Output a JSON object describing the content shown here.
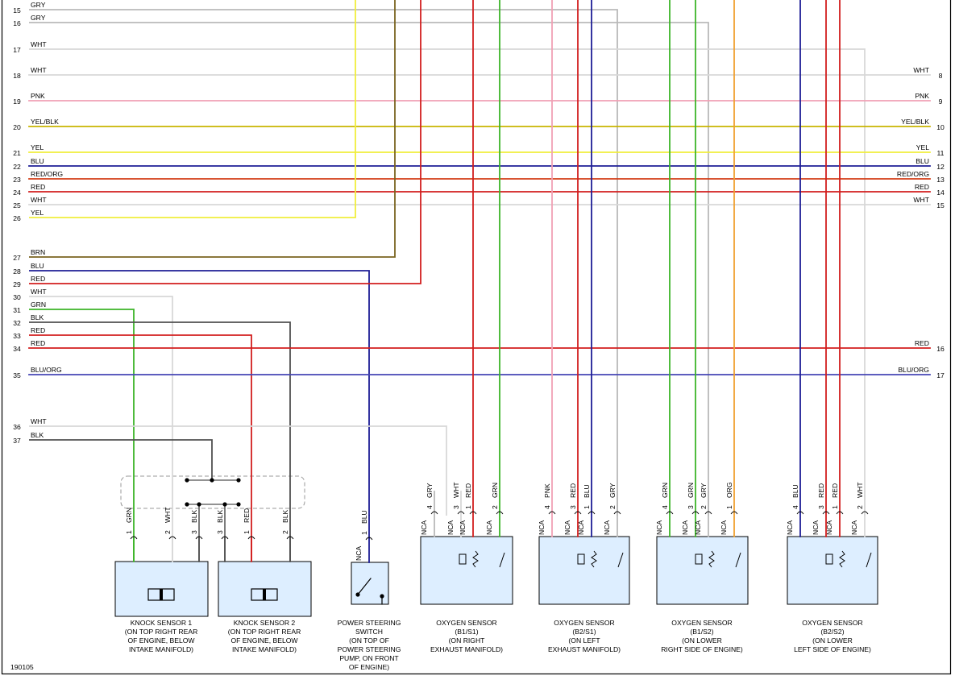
{
  "diagram_id": "190105",
  "colors": {
    "GRY": "#b9b9b9",
    "WHT": "#d8d8d8",
    "PNK": "#f0a0b4",
    "YEL/BLK": "#c8b400",
    "YEL": "#f0ee3c",
    "BLU": "#1e1e96",
    "RED/ORG": "#d23c14",
    "RED": "#d21e1e",
    "BRN": "#7a6420",
    "GRN": "#3cb428",
    "BLK": "#505050",
    "BLU/ORG": "#4646b4",
    "ORG": "#f0a030",
    "box_fill": "#ddeeff",
    "border": "#000000"
  },
  "wires": [
    {
      "pin": "15",
      "color": "GRY"
    },
    {
      "pin": "16",
      "color": "GRY"
    },
    {
      "pin": "17",
      "color": "WHT"
    },
    {
      "pin": "18",
      "color": "WHT",
      "right_pin": "8"
    },
    {
      "pin": "19",
      "color": "PNK",
      "right_pin": "9"
    },
    {
      "pin": "20",
      "color": "YEL/BLK",
      "right_pin": "10"
    },
    {
      "pin": "21",
      "color": "YEL",
      "right_pin": "11"
    },
    {
      "pin": "22",
      "color": "BLU",
      "right_pin": "12"
    },
    {
      "pin": "23",
      "color": "RED/ORG",
      "right_pin": "13"
    },
    {
      "pin": "24",
      "color": "RED",
      "right_pin": "14"
    },
    {
      "pin": "25",
      "color": "WHT",
      "right_pin": "15"
    },
    {
      "pin": "26",
      "color": "YEL"
    },
    {
      "pin": "27",
      "color": "BRN"
    },
    {
      "pin": "28",
      "color": "BLU"
    },
    {
      "pin": "29",
      "color": "RED"
    },
    {
      "pin": "30",
      "color": "WHT"
    },
    {
      "pin": "31",
      "color": "GRN"
    },
    {
      "pin": "32",
      "color": "BLK"
    },
    {
      "pin": "33",
      "color": "RED"
    },
    {
      "pin": "34",
      "color": "RED",
      "right_pin": "16"
    },
    {
      "pin": "35",
      "color": "BLU/ORG",
      "right_pin": "17"
    },
    {
      "pin": "36",
      "color": "WHT"
    },
    {
      "pin": "37",
      "color": "BLK"
    }
  ],
  "components": [
    {
      "id": "knock1",
      "caption": [
        "KNOCK SENSOR 1",
        "(ON TOP RIGHT REAR",
        "OF ENGINE, BELOW",
        "INTAKE MANIFOLD)"
      ],
      "pins": [
        {
          "n": "1",
          "color": "GRN"
        },
        {
          "n": "2",
          "color": "WHT"
        },
        {
          "n": "3",
          "color": "BLK"
        }
      ]
    },
    {
      "id": "knock2",
      "caption": [
        "KNOCK SENSOR 2",
        "(ON TOP RIGHT REAR",
        "OF ENGINE, BELOW",
        "INTAKE MANIFOLD)"
      ],
      "pins": [
        {
          "n": "3",
          "color": "BLK"
        },
        {
          "n": "1",
          "color": "RED"
        },
        {
          "n": "2",
          "color": "BLK"
        }
      ]
    },
    {
      "id": "pss",
      "caption": [
        "POWER STEERING",
        "SWITCH",
        "(ON TOP OF",
        "POWER STEERING",
        "PUMP, ON FRONT",
        "OF ENGINE)"
      ],
      "pins": [
        {
          "n": "1",
          "color": "BLU",
          "nca": "NCA"
        }
      ]
    },
    {
      "id": "o2b1s1",
      "caption": [
        "OXYGEN SENSOR",
        "(B1/S1)",
        "(ON RIGHT",
        "EXHAUST MANIFOLD)"
      ],
      "pins": [
        {
          "n": "4",
          "color": "GRY",
          "nca": "NCA"
        },
        {
          "n": "3",
          "color": "WHT",
          "nca": "NCA"
        },
        {
          "n": "1",
          "color": "RED",
          "nca": "NCA"
        },
        {
          "n": "2",
          "color": "GRN",
          "nca": "NCA"
        }
      ]
    },
    {
      "id": "o2b2s1",
      "caption": [
        "OXYGEN SENSOR",
        "(B2/S1)",
        "(ON LEFT",
        "EXHAUST MANIFOLD)"
      ],
      "pins": [
        {
          "n": "4",
          "color": "PNK",
          "nca": "NCA"
        },
        {
          "n": "3",
          "color": "RED",
          "nca": "NCA"
        },
        {
          "n": "1",
          "color": "BLU",
          "nca": "NCA"
        },
        {
          "n": "2",
          "color": "GRY",
          "nca": "NCA"
        }
      ]
    },
    {
      "id": "o2b1s2",
      "caption": [
        "OXYGEN SENSOR",
        "(B1/S2)",
        "(ON LOWER",
        "RIGHT SIDE OF ENGINE)"
      ],
      "pins": [
        {
          "n": "4",
          "color": "GRN",
          "nca": "NCA"
        },
        {
          "n": "3",
          "color": "GRN",
          "nca": "NCA"
        },
        {
          "n": "2",
          "color": "GRY",
          "nca": "NCA"
        },
        {
          "n": "1",
          "color": "ORG",
          "nca": "NCA"
        }
      ]
    },
    {
      "id": "o2b2s2",
      "caption": [
        "OXYGEN SENSOR",
        "(B2/S2)",
        "(ON LOWER",
        "LEFT SIDE OF ENGINE)"
      ],
      "pins": [
        {
          "n": "4",
          "color": "BLU",
          "nca": "NCA"
        },
        {
          "n": "3",
          "color": "RED",
          "nca": "NCA"
        },
        {
          "n": "1",
          "color": "RED",
          "nca": "NCA"
        },
        {
          "n": "2",
          "color": "WHT",
          "nca": "NCA"
        }
      ]
    }
  ]
}
